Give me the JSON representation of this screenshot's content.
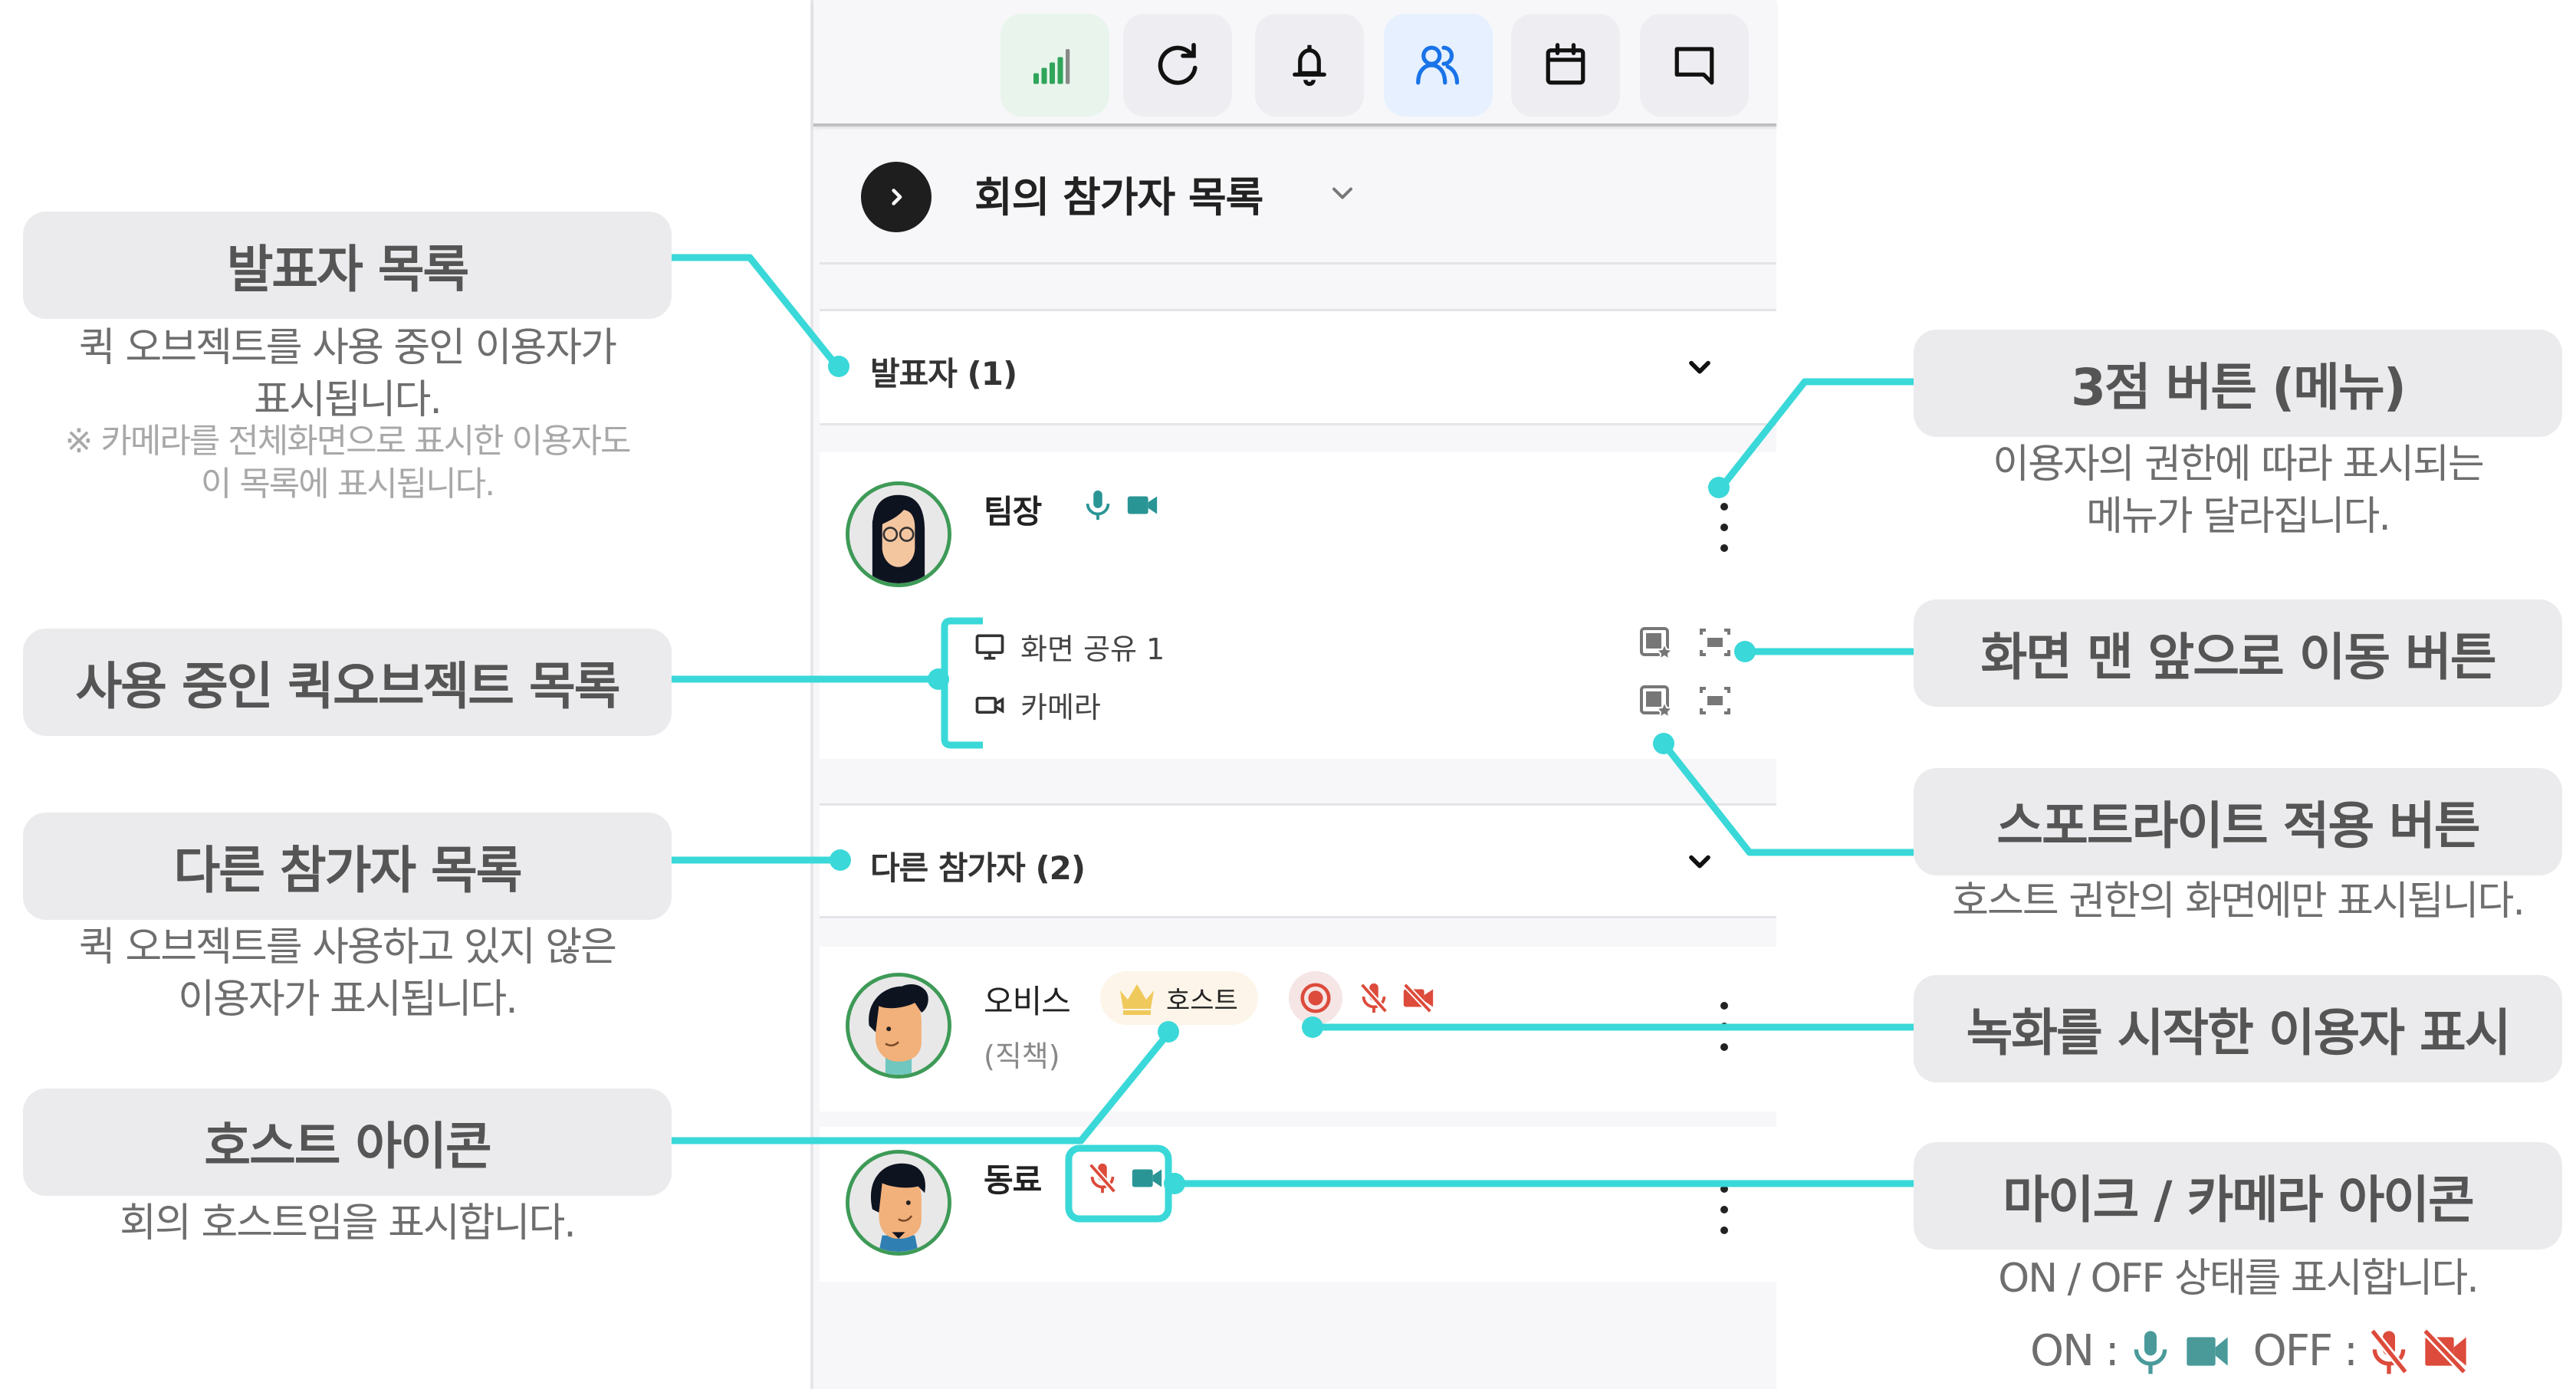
{
  "toolbar": {
    "buttons": [
      {
        "icon": "signal-strength-icon",
        "active": false
      },
      {
        "icon": "refresh-icon",
        "active": false
      },
      {
        "icon": "bell-icon",
        "active": false
      },
      {
        "icon": "participants-icon",
        "active": true
      },
      {
        "icon": "calendar-icon",
        "active": false
      },
      {
        "icon": "chat-icon",
        "active": false
      }
    ]
  },
  "panel": {
    "title": "회의 참가자 목록",
    "presenters_section": {
      "label": "발표자 (1)",
      "participants": [
        {
          "name": "팀장",
          "mic": "on",
          "camera": "on",
          "quick_objects": [
            {
              "icon": "monitor-icon",
              "label": "화면 공유 1"
            },
            {
              "icon": "camera-icon",
              "label": "카메라"
            }
          ]
        }
      ]
    },
    "others_section": {
      "label": "다른 참가자 (2)",
      "participants": [
        {
          "name": "오비스",
          "subtitle": "(직책)",
          "host_badge": "호스트",
          "recording": true,
          "mic": "off",
          "camera": "off"
        },
        {
          "name": "동료",
          "mic": "off",
          "camera": "on"
        }
      ]
    }
  },
  "callouts": {
    "presenter_list": {
      "title": "발표자 목록",
      "desc_line1": "퀵 오브젝트를 사용 중인 이용자가",
      "desc_line2": "표시됩니다.",
      "note_line1": "※ 카메라를 전체화면으로 표시한 이용자도",
      "note_line2": "이 목록에 표시됩니다."
    },
    "quick_object_list": {
      "title": "사용 중인 퀵오브젝트 목록"
    },
    "other_participants": {
      "title": "다른 참가자 목록",
      "desc_line1": "퀵 오브젝트를 사용하고 있지 않은",
      "desc_line2": "이용자가 표시됩니다."
    },
    "host_icon": {
      "title": "호스트 아이콘",
      "desc": "회의 호스트임을 표시합니다."
    },
    "kebab_menu": {
      "title": "3점 버튼 (메뉴)",
      "desc_line1": "이용자의 권한에 따라 표시되는",
      "desc_line2": "메뉴가 달라집니다."
    },
    "bring_to_front": {
      "title": "화면 맨 앞으로 이동 버튼"
    },
    "spotlight": {
      "title": "스포트라이트 적용 버튼",
      "desc": "호스트 권한의 화면에만 표시됩니다."
    },
    "recording": {
      "title": "녹화를 시작한 이용자 표시"
    },
    "mic_camera": {
      "title": "마이크 / 카메라 아이콘",
      "desc": "ON / OFF 상태를 표시합니다.",
      "legend_on": "ON :",
      "legend_off": "OFF :"
    }
  },
  "colors": {
    "accent_line": "#3ad8d8",
    "on_teal": "#2a9595",
    "off_red": "#dc4b3b",
    "avatar_ring": "#3e9a57",
    "active_blue": "#1a73e8",
    "signal_green": "#2fa55a",
    "host_gold": "#f0c95c"
  }
}
